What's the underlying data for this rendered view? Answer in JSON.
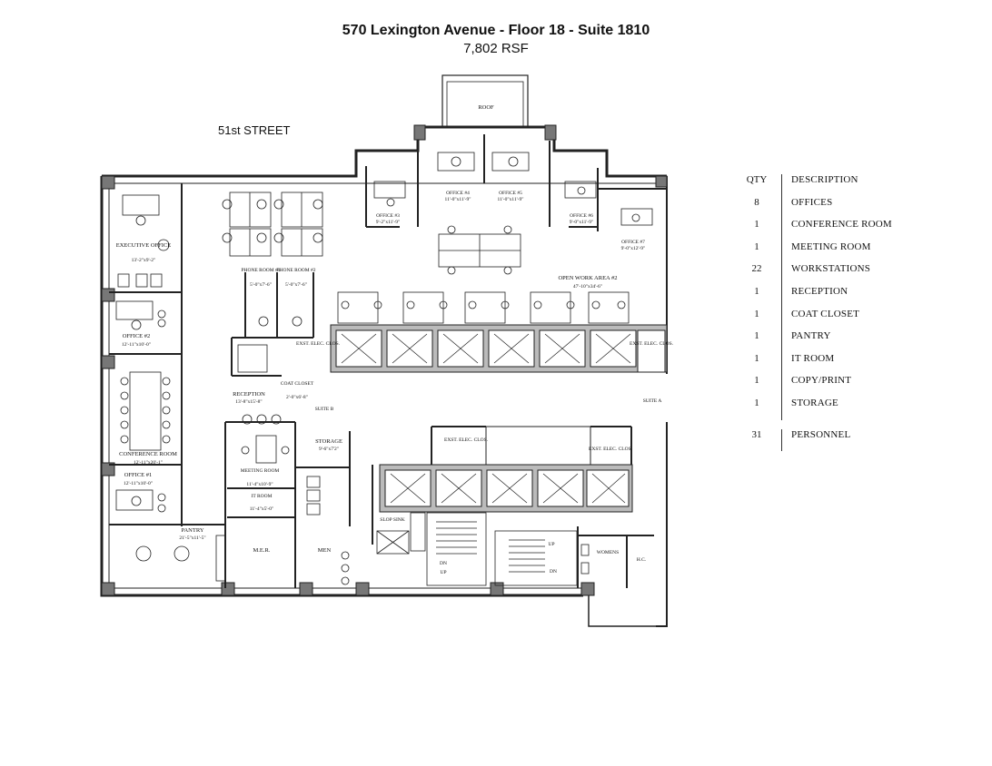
{
  "header": {
    "title": "570 Lexington Avenue - Floor 18 - Suite 1810",
    "subtitle": "7,802 RSF"
  },
  "plan": {
    "street": "51st STREET",
    "rooms": {
      "roof": "ROOF",
      "executive_office": "EXECUTIVE OFFICE",
      "executive_office_dim": "13'-2\"x9'-2\"",
      "office2": "OFFICE #2",
      "office2_dim": "12'-11\"x10'-0\"",
      "conference": "CONFERENCE ROOM",
      "conference_dim": "12'-11\"x20'-1\"",
      "office1": "OFFICE #1",
      "office1_dim": "12'-11\"x10'-0\"",
      "pantry": "PANTRY",
      "pantry_dim": "21'-5\"x11'-5\"",
      "phone1": "PHONE ROOM #1",
      "phone1_dim": "5'-0\"x7'-6\"",
      "phone2": "PHONE ROOM #2",
      "phone2_dim": "5'-0\"x7'-6\"",
      "reception": "RECEPTION",
      "reception_dim": "13'-8\"x15'-8\"",
      "coat_closet": "COAT CLOSET",
      "coat_closet_dim": "2'-0\"x6'-8\"",
      "suite_b": "SUITE B",
      "storage": "STORAGE",
      "storage_dim": "9'-6\"x7'2\"",
      "meeting_room": "MEETING ROOM",
      "meeting_room_dim": "11'-4\"x10'-9\"",
      "it_room": "IT ROOM",
      "it_room_dim": "11'-4\"x5'-0\"",
      "mer": "M.E.R.",
      "men": "MEN",
      "slop_sink": "SLOP SINK",
      "exst_elec": "EXST. ELEC. CLOS.",
      "office3": "OFFICE #3",
      "office3_dim": "9'-2\"x11'-9\"",
      "office4": "OFFICE #4",
      "office4_dim": "11'-0\"x11'-9\"",
      "office5": "OFFICE #5",
      "office5_dim": "11'-0\"x11'-9\"",
      "office6": "OFFICE #6",
      "office6_dim": "9'-0\"x11'-9\"",
      "office7": "OFFICE #7",
      "office7_dim": "9'-0\"x12'-9\"",
      "open_work": "OPEN WORK AREA #2",
      "open_work_dim": "47'-10\"x34'-6\"",
      "suite_a": "SUITE A",
      "womens": "WOMENS",
      "hc": "H.C.",
      "up": "UP",
      "dn": "DN"
    }
  },
  "legend": {
    "qty_header": "QTY",
    "desc_header": "DESCRIPTION",
    "items": [
      {
        "qty": "8",
        "desc": "OFFICES"
      },
      {
        "qty": "1",
        "desc": "CONFERENCE ROOM"
      },
      {
        "qty": "1",
        "desc": "MEETING ROOM"
      },
      {
        "qty": "22",
        "desc": "WORKSTATIONS"
      },
      {
        "qty": "1",
        "desc": "RECEPTION"
      },
      {
        "qty": "1",
        "desc": "COAT CLOSET"
      },
      {
        "qty": "1",
        "desc": "PANTRY"
      },
      {
        "qty": "1",
        "desc": "IT ROOM"
      },
      {
        "qty": "1",
        "desc": "COPY/PRINT"
      },
      {
        "qty": "1",
        "desc": "STORAGE"
      }
    ],
    "total": {
      "qty": "31",
      "desc": "PERSONNEL"
    }
  }
}
